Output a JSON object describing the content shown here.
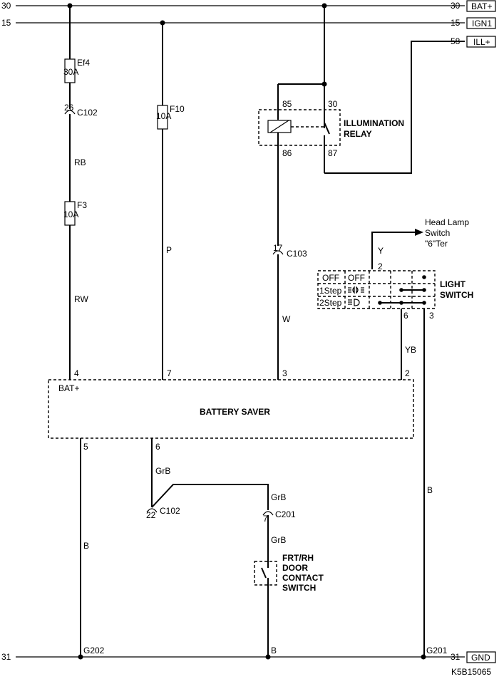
{
  "rails": {
    "top": {
      "left": "30",
      "right": "30",
      "tag": "BAT+"
    },
    "ign": {
      "left": "15",
      "right": "15",
      "tag": "IGN1"
    },
    "ill": {
      "right": "58",
      "tag": "ILL+"
    },
    "bottom": {
      "left": "31",
      "right": "31",
      "tag": "GND"
    }
  },
  "fuses": {
    "ef4": {
      "name": "Ef4",
      "rating": "30A"
    },
    "f10": {
      "name": "F10",
      "rating": "10A"
    },
    "f3": {
      "name": "F3",
      "rating": "10A"
    }
  },
  "connectors": {
    "c102_top": {
      "pin": "26",
      "name": "C102"
    },
    "c103": {
      "pin": "17",
      "name": "C103"
    },
    "c102_bot": {
      "pin": "22",
      "name": "C102"
    },
    "c201": {
      "pin": "7",
      "name": "C201"
    }
  },
  "wires": {
    "rb": "RB",
    "rw": "RW",
    "p": "P",
    "w": "W",
    "y": "Y",
    "yb": "YB",
    "b_left": "B",
    "b_right": "B",
    "b_door": "B",
    "grb1": "GrB",
    "grb2": "GrB",
    "grb3": "GrB"
  },
  "relay": {
    "name_line1": "ILLUMINATION",
    "name_line2": "RELAY",
    "pin85": "85",
    "pin30": "30",
    "pin86": "86",
    "pin87": "87"
  },
  "light_switch": {
    "name_line1": "LIGHT",
    "name_line2": "SWITCH",
    "row1_a": "OFF",
    "row1_b": "OFF",
    "row2_a": "1Step",
    "row3_a": "2Step",
    "pin2": "2",
    "pin6": "6",
    "pin3": "3",
    "head_lamp_1": "Head Lamp",
    "head_lamp_2": "Switch",
    "head_lamp_3": "\"6\"Ter"
  },
  "battery_saver": {
    "name": "BATTERY SAVER",
    "bat_label": "BAT+",
    "pin4": "4",
    "pin7": "7",
    "pin3": "3",
    "pin2": "2",
    "pin5": "5",
    "pin6": "6"
  },
  "door_switch": {
    "line1": "FRT/RH",
    "line2": "DOOR",
    "line3": "CONTACT",
    "line4": "SWITCH"
  },
  "grounds": {
    "g202": "G202",
    "g201": "G201"
  },
  "diagram_id": "K5B15065"
}
